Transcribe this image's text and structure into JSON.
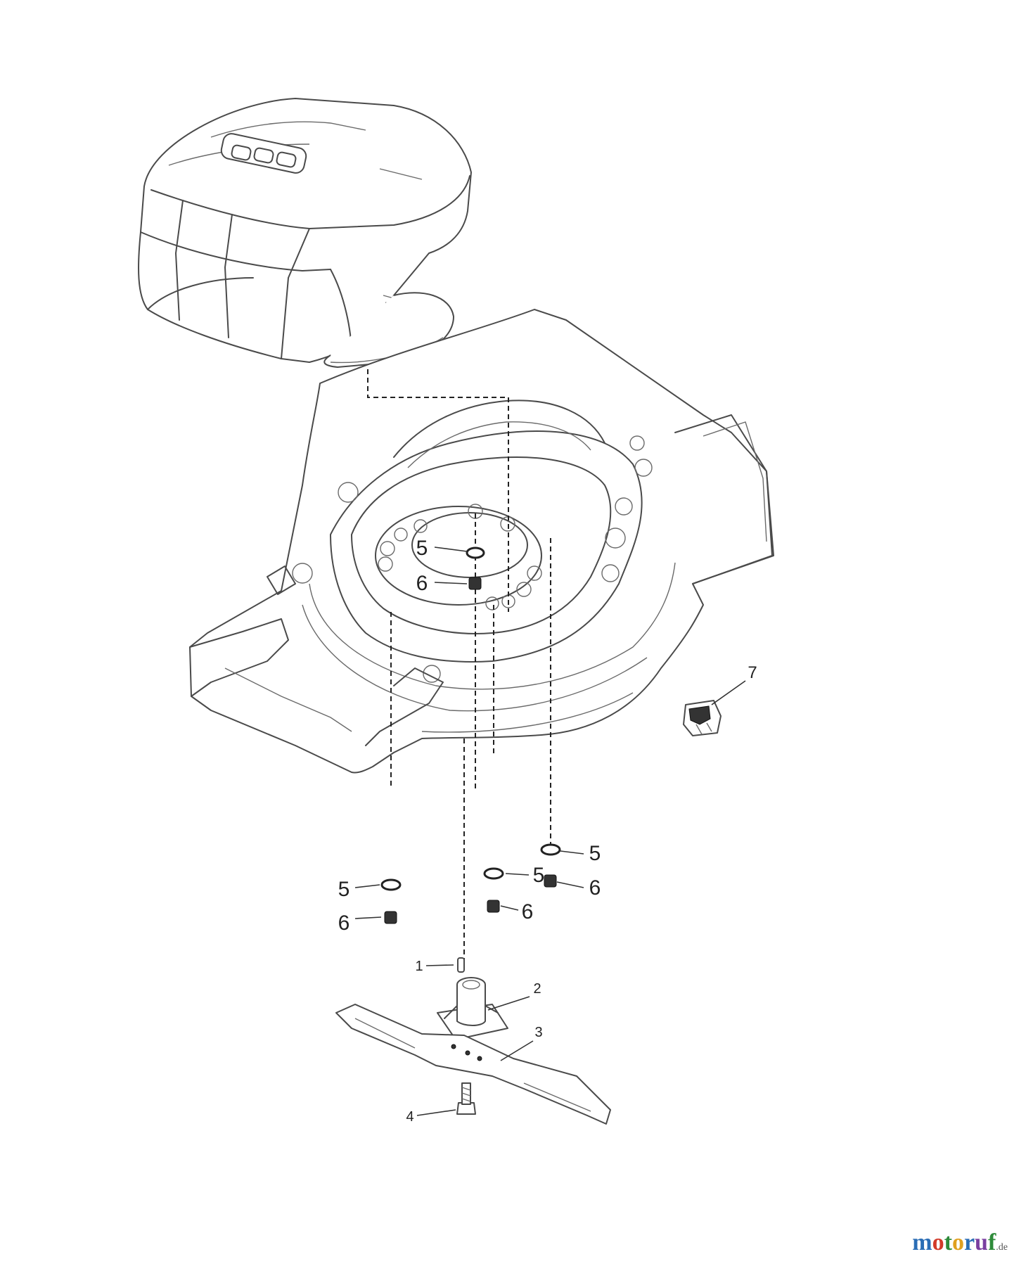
{
  "diagram": {
    "callouts": {
      "c1": "1",
      "c2": "2",
      "c3": "3",
      "c4": "4",
      "c5a": "5",
      "c6a": "6",
      "c5b": "5",
      "c5c": "5",
      "c5d": "5",
      "c6b": "6",
      "c6c": "6",
      "c6d": "6",
      "c7": "7"
    }
  },
  "watermark": {
    "letters": [
      "m",
      "o",
      "t",
      "o",
      "r",
      "u",
      "f"
    ],
    "colors": [
      "#2a6db5",
      "#d23a2a",
      "#2e8b3a",
      "#e0a020",
      "#2a6db5",
      "#7a3fa0",
      "#2e8b3a"
    ],
    "suffix": ".de"
  }
}
